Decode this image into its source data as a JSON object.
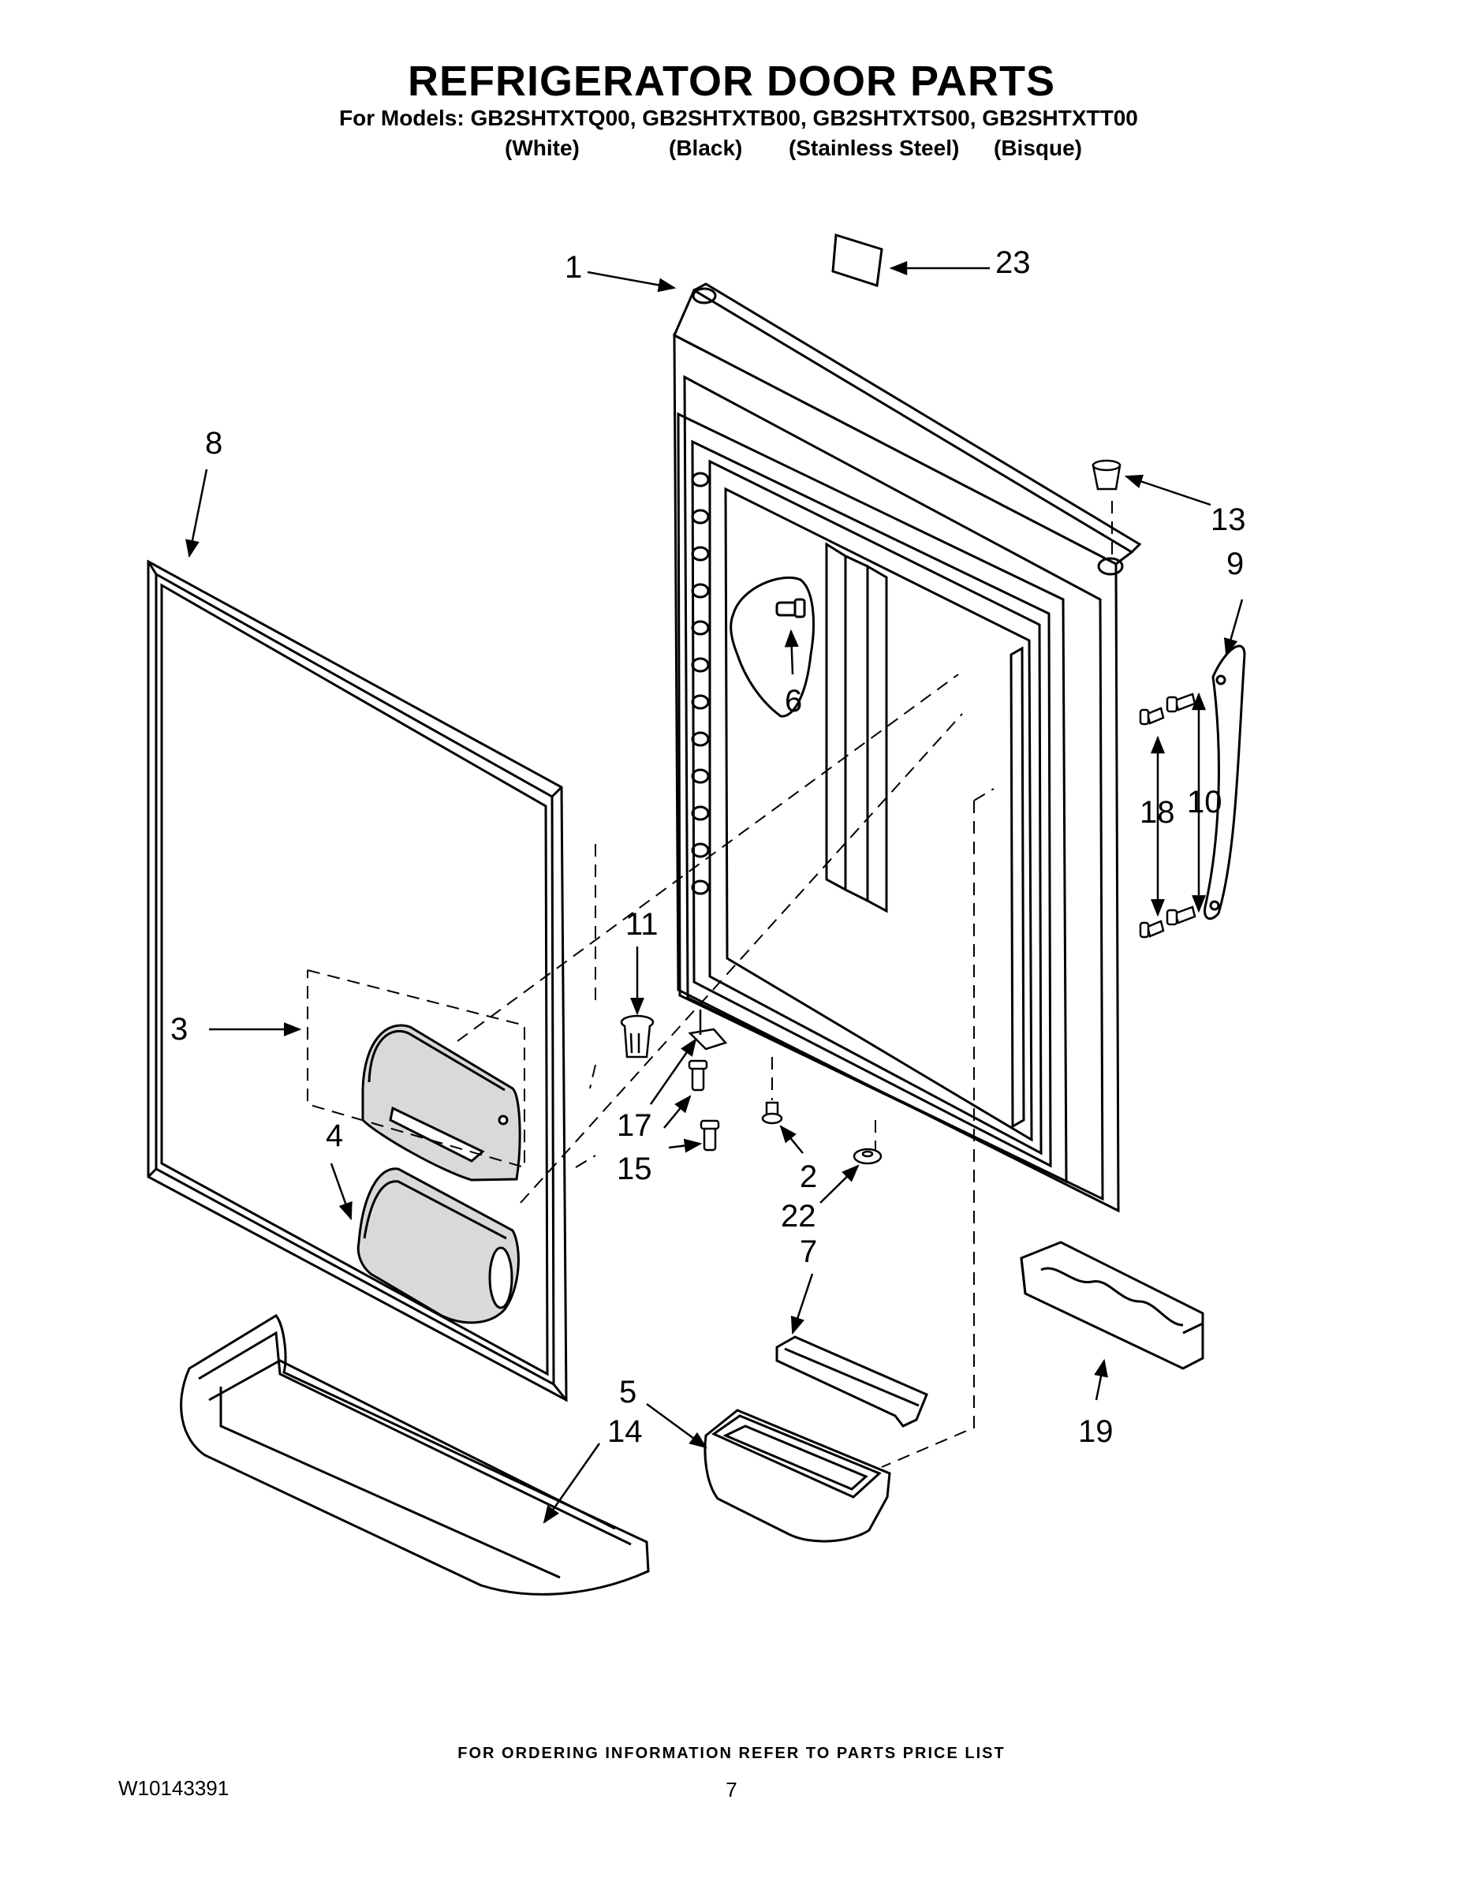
{
  "header": {
    "title": "REFRIGERATOR DOOR PARTS",
    "models_line": "For Models: GB2SHTXTQ00, GB2SHTXTB00, GB2SHTXTS00, GB2SHTXTT00",
    "variants": [
      "(White)",
      "(Black)",
      "(Stainless Steel)",
      "(Bisque)"
    ]
  },
  "callouts": {
    "c1": "1",
    "c2": "2",
    "c3": "3",
    "c4": "4",
    "c5": "5",
    "c6": "6",
    "c7": "7",
    "c8": "8",
    "c9": "9",
    "c10": "10",
    "c11": "11",
    "c13": "13",
    "c14": "14",
    "c15": "15",
    "c17": "17",
    "c18": "18",
    "c19": "19",
    "c22": "22",
    "c23": "23"
  },
  "footer": {
    "ordering_note": "FOR ORDERING INFORMATION REFER TO PARTS PRICE LIST",
    "doc_number": "W10143391",
    "page_number": "7"
  },
  "style": {
    "line_color": "#000000",
    "part_fill": "#ffffff",
    "shade_fill": "#d9d9d9"
  }
}
